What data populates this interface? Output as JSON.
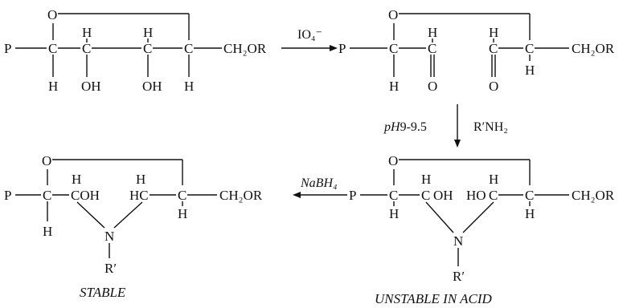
{
  "reagents": {
    "periodate": "IO₄⁻",
    "ph": "pH9-9.5",
    "amine": "R′NH₂",
    "borohydride": "NaBH₄"
  },
  "labels": {
    "stable": "STABLE",
    "unstable": "UNSTABLE IN ACID"
  },
  "atoms": {
    "O": "O",
    "H": "H",
    "OH": "OH",
    "P": "P",
    "C": "C",
    "N": "N",
    "R_prime": "R′",
    "CH2OR": "CH₂OR",
    "COH": "COH",
    "HC": "HC",
    "HO": "HO"
  }
}
